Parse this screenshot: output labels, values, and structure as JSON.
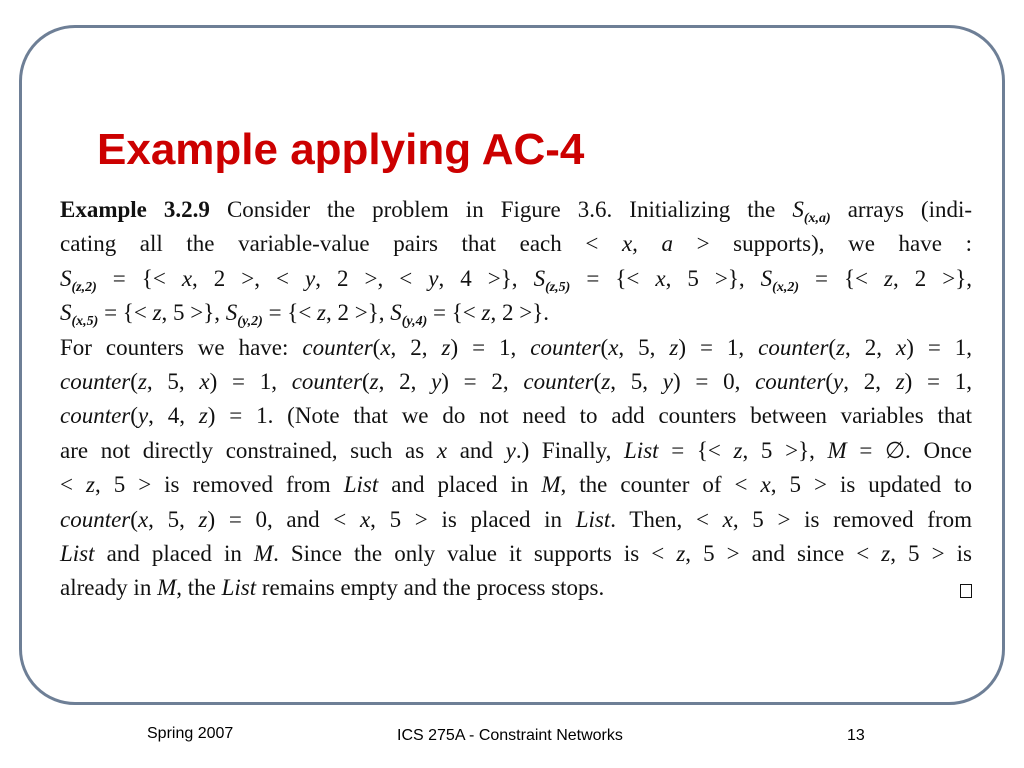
{
  "slide": {
    "title": "Example applying AC-4"
  },
  "example": {
    "tag": "Example 3.2.9",
    "lines": [
      [
        {
          "t": "Consider the problem in Figure 3.6. Initializing the "
        },
        {
          "t": "S",
          "m": 1
        },
        {
          "t": "(x,a)",
          "s": 1
        },
        {
          "t": " arrays (indi-"
        }
      ],
      [
        {
          "t": "cating all the variable-value pairs that each < "
        },
        {
          "t": "x, a",
          "m": 1
        },
        {
          "t": " > supports), we have :"
        }
      ],
      [
        {
          "t": "S",
          "m": 1
        },
        {
          "t": "(z,2)",
          "s": 1
        },
        {
          "t": " = {< "
        },
        {
          "t": "x",
          "m": 1
        },
        {
          "t": ", 2 >, < "
        },
        {
          "t": "y",
          "m": 1
        },
        {
          "t": ", 2 >, < "
        },
        {
          "t": "y",
          "m": 1
        },
        {
          "t": ", 4 >}, "
        },
        {
          "t": "S",
          "m": 1
        },
        {
          "t": "(z,5)",
          "s": 1
        },
        {
          "t": " = {< "
        },
        {
          "t": "x",
          "m": 1
        },
        {
          "t": ", 5 >}, "
        },
        {
          "t": "S",
          "m": 1
        },
        {
          "t": "(x,2)",
          "s": 1
        },
        {
          "t": " = {< "
        },
        {
          "t": "z",
          "m": 1
        },
        {
          "t": ", 2 >},"
        }
      ],
      [
        {
          "t": "S",
          "m": 1
        },
        {
          "t": "(x,5)",
          "s": 1
        },
        {
          "t": " = {< "
        },
        {
          "t": "z",
          "m": 1
        },
        {
          "t": ", 5 >}, "
        },
        {
          "t": "S",
          "m": 1
        },
        {
          "t": "(y,2)",
          "s": 1
        },
        {
          "t": " = {< "
        },
        {
          "t": "z",
          "m": 1
        },
        {
          "t": ", 2 >}, "
        },
        {
          "t": "S",
          "m": 1
        },
        {
          "t": "(y,4)",
          "s": 1
        },
        {
          "t": " = {< "
        },
        {
          "t": "z",
          "m": 1
        },
        {
          "t": ", 2 >}."
        }
      ],
      [
        {
          "t": "For counters we have: "
        },
        {
          "t": "counter",
          "m": 1
        },
        {
          "t": "("
        },
        {
          "t": "x",
          "m": 1
        },
        {
          "t": ", 2, "
        },
        {
          "t": "z",
          "m": 1
        },
        {
          "t": ") = 1, "
        },
        {
          "t": "counter",
          "m": 1
        },
        {
          "t": "("
        },
        {
          "t": "x",
          "m": 1
        },
        {
          "t": ", 5, "
        },
        {
          "t": "z",
          "m": 1
        },
        {
          "t": ") = 1, "
        },
        {
          "t": "counter",
          "m": 1
        },
        {
          "t": "("
        },
        {
          "t": "z",
          "m": 1
        },
        {
          "t": ", 2, "
        },
        {
          "t": "x",
          "m": 1
        },
        {
          "t": ") = 1,"
        }
      ],
      [
        {
          "t": "counter",
          "m": 1
        },
        {
          "t": "("
        },
        {
          "t": "z",
          "m": 1
        },
        {
          "t": ", 5, "
        },
        {
          "t": "x",
          "m": 1
        },
        {
          "t": ") = 1, "
        },
        {
          "t": "counter",
          "m": 1
        },
        {
          "t": "("
        },
        {
          "t": "z",
          "m": 1
        },
        {
          "t": ", 2, "
        },
        {
          "t": "y",
          "m": 1
        },
        {
          "t": ") = 2, "
        },
        {
          "t": "counter",
          "m": 1
        },
        {
          "t": "("
        },
        {
          "t": "z",
          "m": 1
        },
        {
          "t": ", 5, "
        },
        {
          "t": "y",
          "m": 1
        },
        {
          "t": ") = 0, "
        },
        {
          "t": "counter",
          "m": 1
        },
        {
          "t": "("
        },
        {
          "t": "y",
          "m": 1
        },
        {
          "t": ", 2, "
        },
        {
          "t": "z",
          "m": 1
        },
        {
          "t": ") = 1,"
        }
      ],
      [
        {
          "t": "counter",
          "m": 1
        },
        {
          "t": "("
        },
        {
          "t": "y",
          "m": 1
        },
        {
          "t": ", 4, "
        },
        {
          "t": "z",
          "m": 1
        },
        {
          "t": ") = 1. (Note that we do not need to add counters between variables that"
        }
      ],
      [
        {
          "t": "are not directly constrained, such as "
        },
        {
          "t": "x",
          "m": 1
        },
        {
          "t": " and "
        },
        {
          "t": "y",
          "m": 1
        },
        {
          "t": ".) Finally, "
        },
        {
          "t": "List",
          "m": 1
        },
        {
          "t": " = {< "
        },
        {
          "t": "z",
          "m": 1
        },
        {
          "t": ", 5 >}, "
        },
        {
          "t": "M",
          "m": 1
        },
        {
          "t": " = ∅. Once"
        }
      ],
      [
        {
          "t": "< "
        },
        {
          "t": "z",
          "m": 1
        },
        {
          "t": ", 5 > is removed from "
        },
        {
          "t": "List",
          "m": 1
        },
        {
          "t": " and placed in "
        },
        {
          "t": "M",
          "m": 1
        },
        {
          "t": ", the counter of < "
        },
        {
          "t": "x",
          "m": 1
        },
        {
          "t": ", 5 > is updated to"
        }
      ],
      [
        {
          "t": "counter",
          "m": 1
        },
        {
          "t": "("
        },
        {
          "t": "x",
          "m": 1
        },
        {
          "t": ", 5, "
        },
        {
          "t": "z",
          "m": 1
        },
        {
          "t": ") = 0, and < "
        },
        {
          "t": "x",
          "m": 1
        },
        {
          "t": ", 5 > is placed in "
        },
        {
          "t": "List",
          "m": 1
        },
        {
          "t": ". Then, < "
        },
        {
          "t": "x",
          "m": 1
        },
        {
          "t": ", 5 > is removed from"
        }
      ],
      [
        {
          "t": "List",
          "m": 1
        },
        {
          "t": " and placed in "
        },
        {
          "t": "M",
          "m": 1
        },
        {
          "t": ". Since the only value it supports is < "
        },
        {
          "t": "z",
          "m": 1
        },
        {
          "t": ", 5 > and since < "
        },
        {
          "t": "z",
          "m": 1
        },
        {
          "t": ", 5 > is"
        }
      ],
      [
        {
          "t": "already in "
        },
        {
          "t": "M",
          "m": 1
        },
        {
          "t": ", the "
        },
        {
          "t": "List",
          "m": 1
        },
        {
          "t": " remains empty and the process stops."
        }
      ]
    ]
  },
  "footer": {
    "left": "Spring 2007",
    "center": "ICS 275A - Constraint Networks",
    "right": "13"
  }
}
